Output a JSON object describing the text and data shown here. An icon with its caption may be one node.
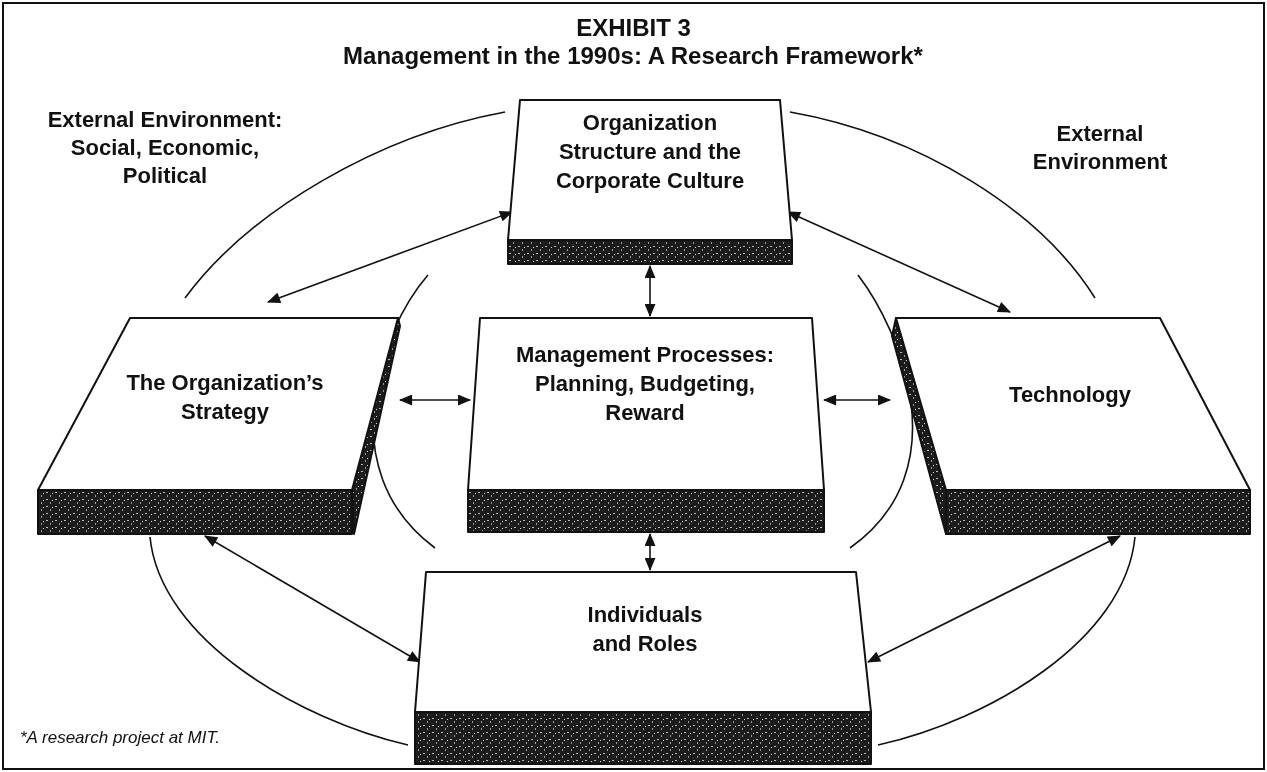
{
  "diagram": {
    "title": "EXHIBIT 3",
    "nodes": [
      {
        "text": [
          "Organization Structure and the Corporate Culture"
        ]
      },
      {
        "text": [
          "The Organization’s Strategy"
        ]
      },
      {
        "text": [
          "Management Processes: Planning, Budgeting, Reward"
        ]
      },
      {
        "text": [
          "Technology"
        ]
      },
      {
        "text": [
          "Individuals and Roles"
        ]
      }
    ],
    "edges": [
      {
        "from": 0,
        "to": 1,
        "arrow": "both"
      },
      {
        "from": 0,
        "to": 2,
        "arrow": "both"
      },
      {
        "from": 0,
        "to": 3,
        "arrow": "both"
      },
      {
        "from": 1,
        "to": 2,
        "arrow": "both"
      },
      {
        "from": 2,
        "to": 3,
        "arrow": "both"
      },
      {
        "from": 2,
        "to": 4,
        "arrow": "both"
      },
      {
        "from": 1,
        "to": 4,
        "arrow": "both"
      },
      {
        "from": 3,
        "to": 4,
        "arrow": "both"
      }
    ],
    "labels": [
      "Management in the 1990s: A Research Framework*",
      "External Environment: Social, Economic, Political",
      "External Environment"
    ],
    "caption": "*A research project at MIT."
  }
}
